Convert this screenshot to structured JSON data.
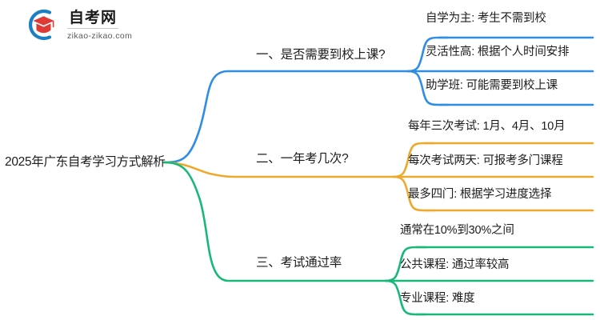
{
  "logo": {
    "title": "自考网",
    "domain": "zikao-zikao.com",
    "mark_icon": "graduation-cap-circle-icon",
    "arc_color": "#1b7fc4",
    "cap_color": "#e03a36"
  },
  "mindmap": {
    "root": {
      "label": "2025年广东自考学习方式解析"
    },
    "branches": [
      {
        "label": "一、是否需要到校上课?",
        "color": "#2f8de4",
        "leaves": [
          {
            "label": "自学为主: 考生不需到校"
          },
          {
            "label": "灵活性高: 根据个人时间安排"
          },
          {
            "label": "助学班: 可能需要到校上课"
          }
        ]
      },
      {
        "label": "二、一年考几次?",
        "color": "#eda92b",
        "leaves": [
          {
            "label": "每年三次考试: 1月、4月、10月"
          },
          {
            "label": "每次考试两天: 可报考多门课程"
          },
          {
            "label": "最多四门: 根据学习进度选择"
          }
        ]
      },
      {
        "label": "三、考试通过率",
        "color": "#17b978",
        "leaves": [
          {
            "label": "通常在10%到30%之间"
          },
          {
            "label": "公共课程: 通过率较高"
          },
          {
            "label": "专业课程: 难度"
          }
        ]
      }
    ]
  }
}
